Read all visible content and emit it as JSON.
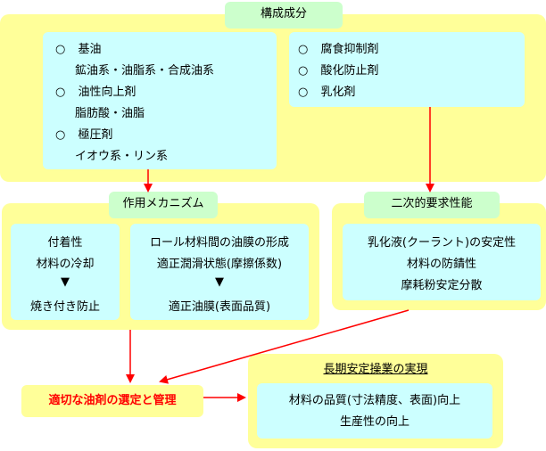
{
  "components": {
    "title": "構成成分",
    "left_items": [
      {
        "bullet": "○",
        "name": "基油",
        "detail": "鉱油系・油脂系・合成油系"
      },
      {
        "bullet": "○",
        "name": "油性向上剤",
        "detail": "脂肪酸・油脂"
      },
      {
        "bullet": "○",
        "name": "極圧剤",
        "detail": "イオウ系・リン系"
      }
    ],
    "right_items": [
      {
        "bullet": "○",
        "name": "腐食抑制剤"
      },
      {
        "bullet": "○",
        "name": "酸化防止剤"
      },
      {
        "bullet": "○",
        "name": "乳化剤"
      }
    ]
  },
  "mechanism": {
    "title": "作用メカニズム",
    "box1": {
      "line1": "付着性",
      "line2": "材料の冷却",
      "arrow": "▼",
      "line3": "焼き付き防止"
    },
    "box2": {
      "line1": "ロール材料間の油膜の形成",
      "line2": "適正潤滑状態(摩擦係数)",
      "arrow": "▼",
      "line3": "適正油膜(表面品質)"
    }
  },
  "secondary": {
    "title": "二次的要求性能",
    "lines": [
      "乳化液(クーラント)の安定性",
      "材料の防錆性",
      "摩耗粉安定分散"
    ]
  },
  "selection": {
    "label": "適切な油剤の選定と管理",
    "color": "#ff0000"
  },
  "longterm": {
    "title": "長期安定操業の実現",
    "lines": [
      "材料の品質(寸法精度、表面)向上",
      "生産性の向上"
    ]
  },
  "colors": {
    "yellow": "#ffff99",
    "cyan": "#ccffff",
    "green": "#ccffcc",
    "arrow": "#ff0000"
  }
}
